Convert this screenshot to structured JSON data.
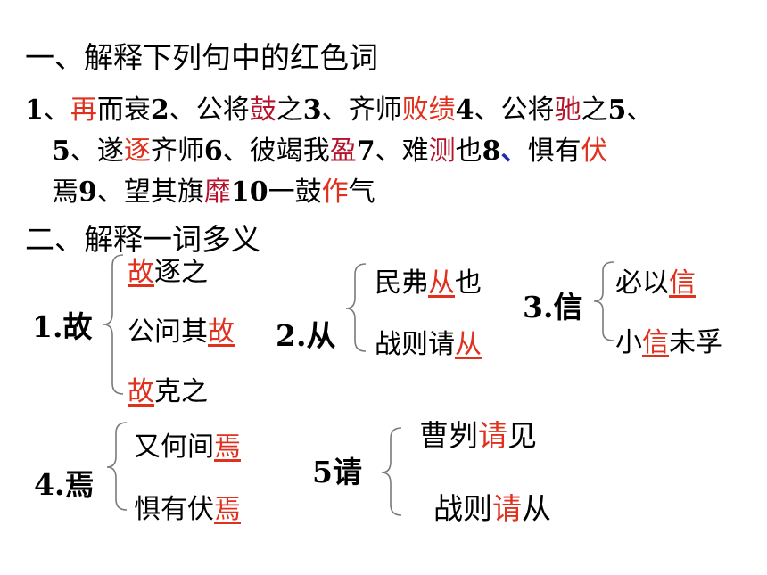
{
  "heading1": "一、解释下列句中的红色词",
  "line1": [
    {
      "t": "1",
      "k": "num"
    },
    {
      "t": "、",
      "k": ""
    },
    {
      "t": "再",
      "k": "red"
    },
    {
      "t": "而衰",
      "k": ""
    },
    {
      "t": "2",
      "k": "num"
    },
    {
      "t": "、公将",
      "k": ""
    },
    {
      "t": "鼓",
      "k": "dred"
    },
    {
      "t": "之",
      "k": ""
    },
    {
      "t": "3",
      "k": "num"
    },
    {
      "t": "、齐师",
      "k": ""
    },
    {
      "t": "败绩",
      "k": "red"
    },
    {
      "t": "4",
      "k": "num"
    },
    {
      "t": "、公将",
      "k": ""
    },
    {
      "t": "驰",
      "k": "dred"
    },
    {
      "t": "之",
      "k": ""
    },
    {
      "t": "5",
      "k": "num"
    },
    {
      "t": "、",
      "k": ""
    }
  ],
  "line2": [
    {
      "t": "5",
      "k": "num"
    },
    {
      "t": "、遂",
      "k": ""
    },
    {
      "t": "逐",
      "k": "red"
    },
    {
      "t": "齐师",
      "k": ""
    },
    {
      "t": "6",
      "k": "num"
    },
    {
      "t": "、彼竭我",
      "k": ""
    },
    {
      "t": "盈",
      "k": "dred"
    },
    {
      "t": "7",
      "k": "num"
    },
    {
      "t": "、难",
      "k": ""
    },
    {
      "t": "测",
      "k": "dred"
    },
    {
      "t": "也",
      "k": ""
    },
    {
      "t": "8",
      "k": "num"
    },
    {
      "t": "、",
      "k": "blue"
    },
    {
      "t": "惧有",
      "k": ""
    },
    {
      "t": "伏",
      "k": "red"
    }
  ],
  "line3": [
    {
      "t": "焉",
      "k": ""
    },
    {
      "t": "9",
      "k": "num"
    },
    {
      "t": "、望其旗",
      "k": ""
    },
    {
      "t": "靡",
      "k": "dred"
    },
    {
      "t": "10",
      "k": "num"
    },
    {
      "t": "一鼓",
      "k": ""
    },
    {
      "t": "作",
      "k": "red"
    },
    {
      "t": "气",
      "k": ""
    }
  ],
  "heading2": "二、解释一词多义",
  "groups": {
    "gu": {
      "label": "1.故",
      "items": [
        [
          {
            "t": "故",
            "k": "red u"
          },
          {
            "t": "逐之",
            "k": ""
          }
        ],
        [
          {
            "t": "公问其",
            "k": ""
          },
          {
            "t": "故",
            "k": "red u"
          }
        ],
        [
          {
            "t": "故",
            "k": "red u"
          },
          {
            "t": "克之",
            "k": ""
          }
        ]
      ]
    },
    "cong": {
      "label": "2.从",
      "items": [
        [
          {
            "t": "民弗",
            "k": ""
          },
          {
            "t": "从",
            "k": "red u"
          },
          {
            "t": "也",
            "k": ""
          }
        ],
        [
          {
            "t": "战则请",
            "k": ""
          },
          {
            "t": "从",
            "k": "red u"
          }
        ]
      ]
    },
    "xin": {
      "label": "3.信",
      "items": [
        [
          {
            "t": "必以",
            "k": ""
          },
          {
            "t": "信",
            "k": "red u"
          }
        ],
        [
          {
            "t": "小",
            "k": ""
          },
          {
            "t": "信",
            "k": "red u"
          },
          {
            "t": "未孚",
            "k": ""
          }
        ]
      ]
    },
    "yan": {
      "label": "4.焉",
      "items": [
        [
          {
            "t": "又何间",
            "k": ""
          },
          {
            "t": "焉",
            "k": "red u"
          }
        ],
        [
          {
            "t": "惧有伏",
            "k": ""
          },
          {
            "t": "焉",
            "k": "red u"
          }
        ]
      ]
    },
    "qing": {
      "label": "5请",
      "items": [
        [
          {
            "t": "曹刿",
            "k": ""
          },
          {
            "t": "请",
            "k": "red"
          },
          {
            "t": "见",
            "k": ""
          }
        ],
        [
          {
            "t": "战则",
            "k": ""
          },
          {
            "t": "请",
            "k": "red"
          },
          {
            "t": "从",
            "k": ""
          }
        ]
      ]
    }
  }
}
